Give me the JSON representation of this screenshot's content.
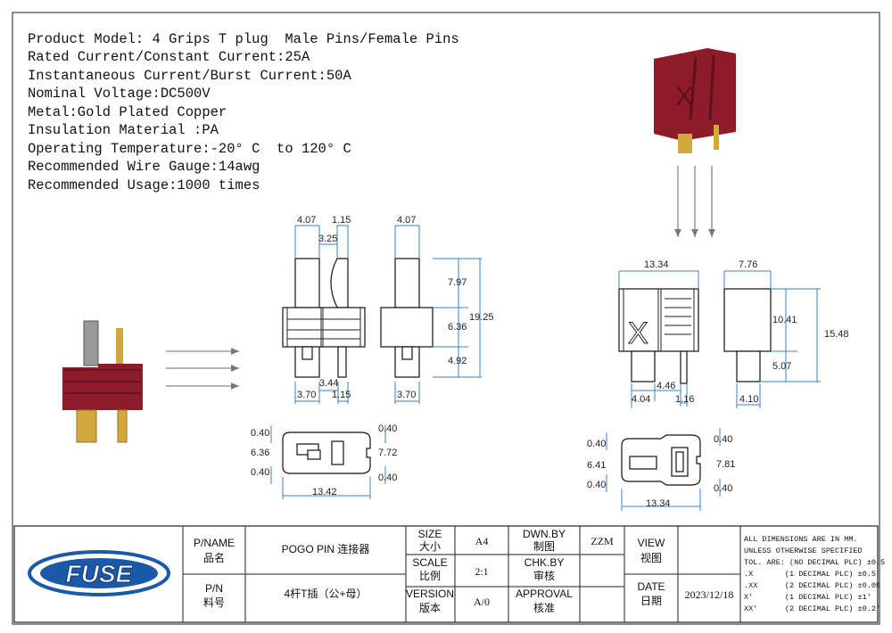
{
  "specs": [
    "Product Model: 4 Grips T plug  Male Pins/Female Pins",
    "Rated Current/Constant Current:25A",
    "Instantaneous Current/Burst Current:50A",
    "Nominal Voltage:DC500V",
    "Metal:Gold Plated Copper",
    "Insulation Material :PA",
    "Operating Temperature:-20° C  to 120° C",
    "Recommended Wire Gauge:14awg",
    "Recommended Usage:1000 times"
  ],
  "male": {
    "front": {
      "top_w": "4.07",
      "pin_w": "1.15",
      "gap": "3.25",
      "bot_gap": "3.44",
      "bot_w": "3.70",
      "bot_pin": "1.15"
    },
    "side": {
      "top_w": "4.07",
      "upper": "7.97",
      "body": "6.36",
      "lower": "4.92",
      "total": "19.25",
      "bot_w": "3.70"
    },
    "bottom": {
      "tl": "0.40",
      "tr": "0.40",
      "h_left": "6.36",
      "h_right": "7.72",
      "bl": "0.40",
      "br": "0.40",
      "w": "13.42"
    }
  },
  "female": {
    "front": {
      "w": "13.34",
      "gap": "4.46",
      "bot_w": "4.04",
      "pin": "1.16"
    },
    "side": {
      "w": "7.76",
      "body": "10.41",
      "total": "15.48",
      "lower": "5.07",
      "bot_w": "4.10"
    },
    "bottom": {
      "tl": "0.40",
      "tr": "0.40",
      "h_left": "6.41",
      "h_right": "7.81",
      "bl": "0.40",
      "br": "0.40",
      "w": "13.34"
    }
  },
  "title_block": {
    "logo": "FUSE",
    "pname_label": "P/NAME",
    "pname_label_cn": "品名",
    "pname_value": "POGO PIN 连接器",
    "pn_label": "P/N",
    "pn_label_cn": "料号",
    "pn_value": "4杆T插（公+母）",
    "size_label": "SIZE",
    "size_label_cn": "大小",
    "size_value": "A4",
    "scale_label": "SCALE",
    "scale_label_cn": "比例",
    "scale_value": "2:1",
    "version_label": "VERSION",
    "version_label_cn": "版本",
    "version_value": "A/0",
    "dwn_label": "DWN.BY",
    "dwn_label_cn": "制图",
    "dwn_value": "ZZM",
    "chk_label": "CHK.BY",
    "chk_label_cn": "审核",
    "chk_value": "",
    "appr_label": "APPROVAL",
    "appr_label_cn": "核准",
    "appr_value": "",
    "view_label": "VIEW",
    "view_label_cn": "视图",
    "view_value": "",
    "date_label": "DATE",
    "date_label_cn": "日期",
    "date_value": "2023/12/18",
    "notes": [
      "ALL DIMENSIONS ARE IN MM.",
      "UNLESS OTHERWISE SPECIFIED",
      "TOL. ARE: (NO DECIMAL PLC) ±0.5",
      ".X       (1 DECIMAL PLC) ±0.5",
      ".XX      (2 DECIMAL PLC) ±0.05",
      "X'       (1 DECIMAL PLC) ±1'",
      "XX'      (2 DECIMAL PLC) ±0.2'"
    ]
  },
  "colors": {
    "connector": "#8e1b2a",
    "gold": "#d4a93c",
    "dimension": "#3b7fc4",
    "logo": "#1a5aa8"
  }
}
